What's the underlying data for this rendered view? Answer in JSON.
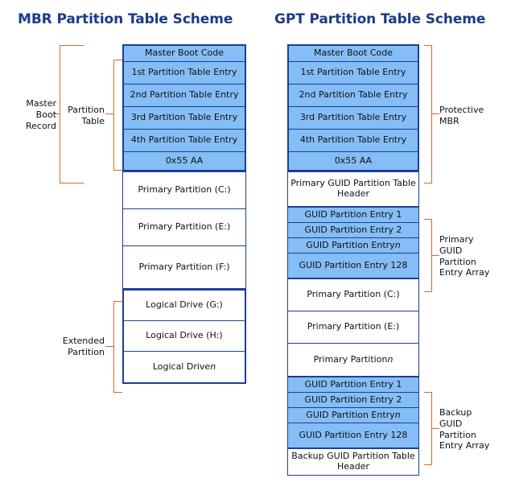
{
  "titles": {
    "mbr": "MBR Partition Table Scheme",
    "gpt": "GPT Partition Table Scheme"
  },
  "colors": {
    "title_navy": "#1b3a8c",
    "block_border": "#1d3f91",
    "block_fill_blue": "#85bdf7",
    "block_fill_white": "#ffffff",
    "bracket_orange": "#d2692f",
    "text": "#111111",
    "background": "#ffffff"
  },
  "mbr": {
    "blocks": [
      {
        "label": "Master Boot Code",
        "fill": "blue"
      },
      {
        "label": "1st Partition Table Entry",
        "fill": "blue"
      },
      {
        "label": "2nd Partition Table Entry",
        "fill": "blue"
      },
      {
        "label": "3rd Partition Table Entry",
        "fill": "blue"
      },
      {
        "label": "4th Partition Table Entry",
        "fill": "blue"
      },
      {
        "label": "0x55 AA",
        "fill": "blue"
      },
      {
        "label": "Primary Partition (C:)",
        "fill": "white"
      },
      {
        "label": "Primary Partition (E:)",
        "fill": "white"
      },
      {
        "label": "Primary Partition (F:)",
        "fill": "white"
      },
      {
        "label": "Logical Drive (G:)",
        "fill": "white"
      },
      {
        "label": "Logical Drive (H:)",
        "fill": "white"
      },
      {
        "label": "Logical Drive n",
        "fill": "white",
        "italic_tail": "n"
      }
    ],
    "brackets": {
      "master_boot_record": "Master\nBoot\nRecord",
      "partition_table": "Partition\nTable",
      "extended_partition": "Extended\nPartition"
    }
  },
  "gpt": {
    "blocks": [
      {
        "label": "Master Boot Code",
        "fill": "blue"
      },
      {
        "label": "1st Partition Table Entry",
        "fill": "blue"
      },
      {
        "label": "2nd Partition Table Entry",
        "fill": "blue"
      },
      {
        "label": "3rd Partition Table Entry",
        "fill": "blue"
      },
      {
        "label": "4th Partition Table Entry",
        "fill": "blue"
      },
      {
        "label": "0x55 AA",
        "fill": "blue"
      },
      {
        "label": "Primary GUID Partition Table Header",
        "fill": "white"
      },
      {
        "label": "GUID Partition Entry 1",
        "fill": "blue"
      },
      {
        "label": "GUID Partition Entry 2",
        "fill": "blue"
      },
      {
        "label": "GUID Partition Entry n",
        "fill": "blue",
        "italic_tail": "n"
      },
      {
        "label": "GUID Partition Entry 128",
        "fill": "blue"
      },
      {
        "label": "Primary Partition (C:)",
        "fill": "white"
      },
      {
        "label": "Primary Partition (E:)",
        "fill": "white"
      },
      {
        "label": "Primary Partition n",
        "fill": "white",
        "italic_tail": "n"
      },
      {
        "label": "GUID Partition Entry 1",
        "fill": "blue"
      },
      {
        "label": "GUID Partition Entry 2",
        "fill": "blue"
      },
      {
        "label": "GUID Partition Entry n",
        "fill": "blue",
        "italic_tail": "n"
      },
      {
        "label": "GUID Partition Entry 128",
        "fill": "blue"
      },
      {
        "label": "Backup GUID Partition Table Header",
        "fill": "white"
      }
    ],
    "brackets": {
      "protective_mbr": "Protective\nMBR",
      "primary_guid_array": "Primary\nGUID\nPartition\nEntry Array",
      "backup_guid_array": "Backup\nGUID\nPartition\nEntry Array"
    }
  }
}
